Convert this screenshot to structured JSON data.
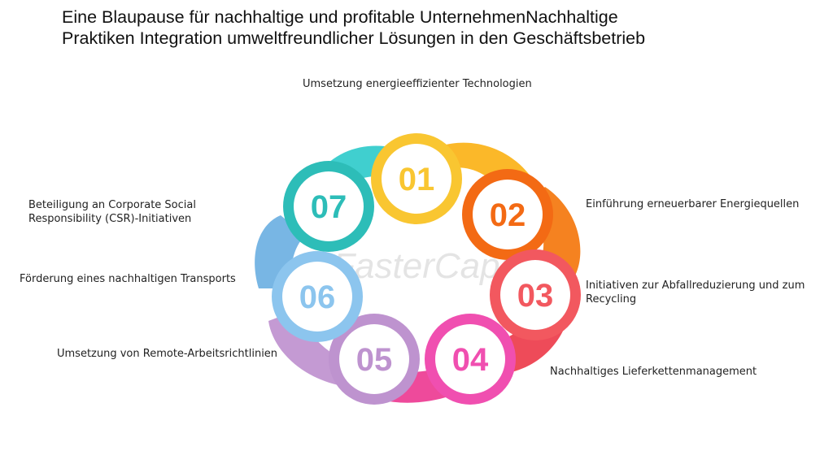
{
  "title": {
    "line1": "Eine Blaupause für nachhaltige und profitable UnternehmenNachhaltige",
    "line2": "Praktiken Integration umweltfreundlicher Lösungen in den Geschäftsbetrieb"
  },
  "steps": [
    {
      "number": "01",
      "label": "Umsetzung energieeffizienter Technologien",
      "color": "#F9C631",
      "ring": "#FBB829"
    },
    {
      "number": "02",
      "label": "Einführung erneuerbarer Energiequellen",
      "color": "#F36A14",
      "ring": "#F58220"
    },
    {
      "number": "03",
      "label": "Initiativen zur Abfallreduzierung und zum Recycling",
      "color": "#F2585F",
      "ring": "#EE4B59"
    },
    {
      "number": "04",
      "label": "Nachhaltiges Lieferkettenmanagement",
      "color": "#F04FB0",
      "ring": "#EE4A9B"
    },
    {
      "number": "05",
      "label": "Umsetzung von Remote-Arbeitsrichtlinien",
      "color": "#BE93CF",
      "ring": "#C49AD3"
    },
    {
      "number": "06",
      "label": "Förderung eines nachhaltigen Transports",
      "color": "#8CC5EE",
      "ring": "#78B6E4"
    },
    {
      "number": "07",
      "label": "Beteiligung an Corporate Social Responsibility (CSR)-Initiativen",
      "color": "#2DBDB8",
      "ring": "#40CFCF"
    }
  ],
  "watermark": "FasterCapital"
}
